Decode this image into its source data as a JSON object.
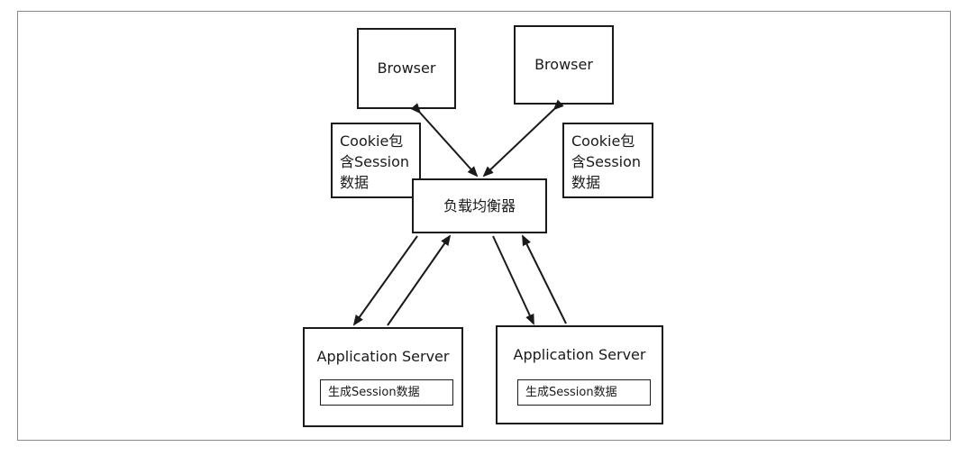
{
  "browsers": [
    {
      "label": "Browser"
    },
    {
      "label": "Browser"
    }
  ],
  "cookie_notes": [
    {
      "lines": [
        "Cookie包",
        "含Session",
        "数据"
      ]
    },
    {
      "lines": [
        "Cookie包",
        "含Session",
        "数据"
      ]
    }
  ],
  "load_balancer": {
    "label": "负载均衡器"
  },
  "app_servers": [
    {
      "label": "Application Server",
      "session_label": "生成Session数据"
    },
    {
      "label": "Application Server",
      "session_label": "生成Session数据"
    }
  ]
}
